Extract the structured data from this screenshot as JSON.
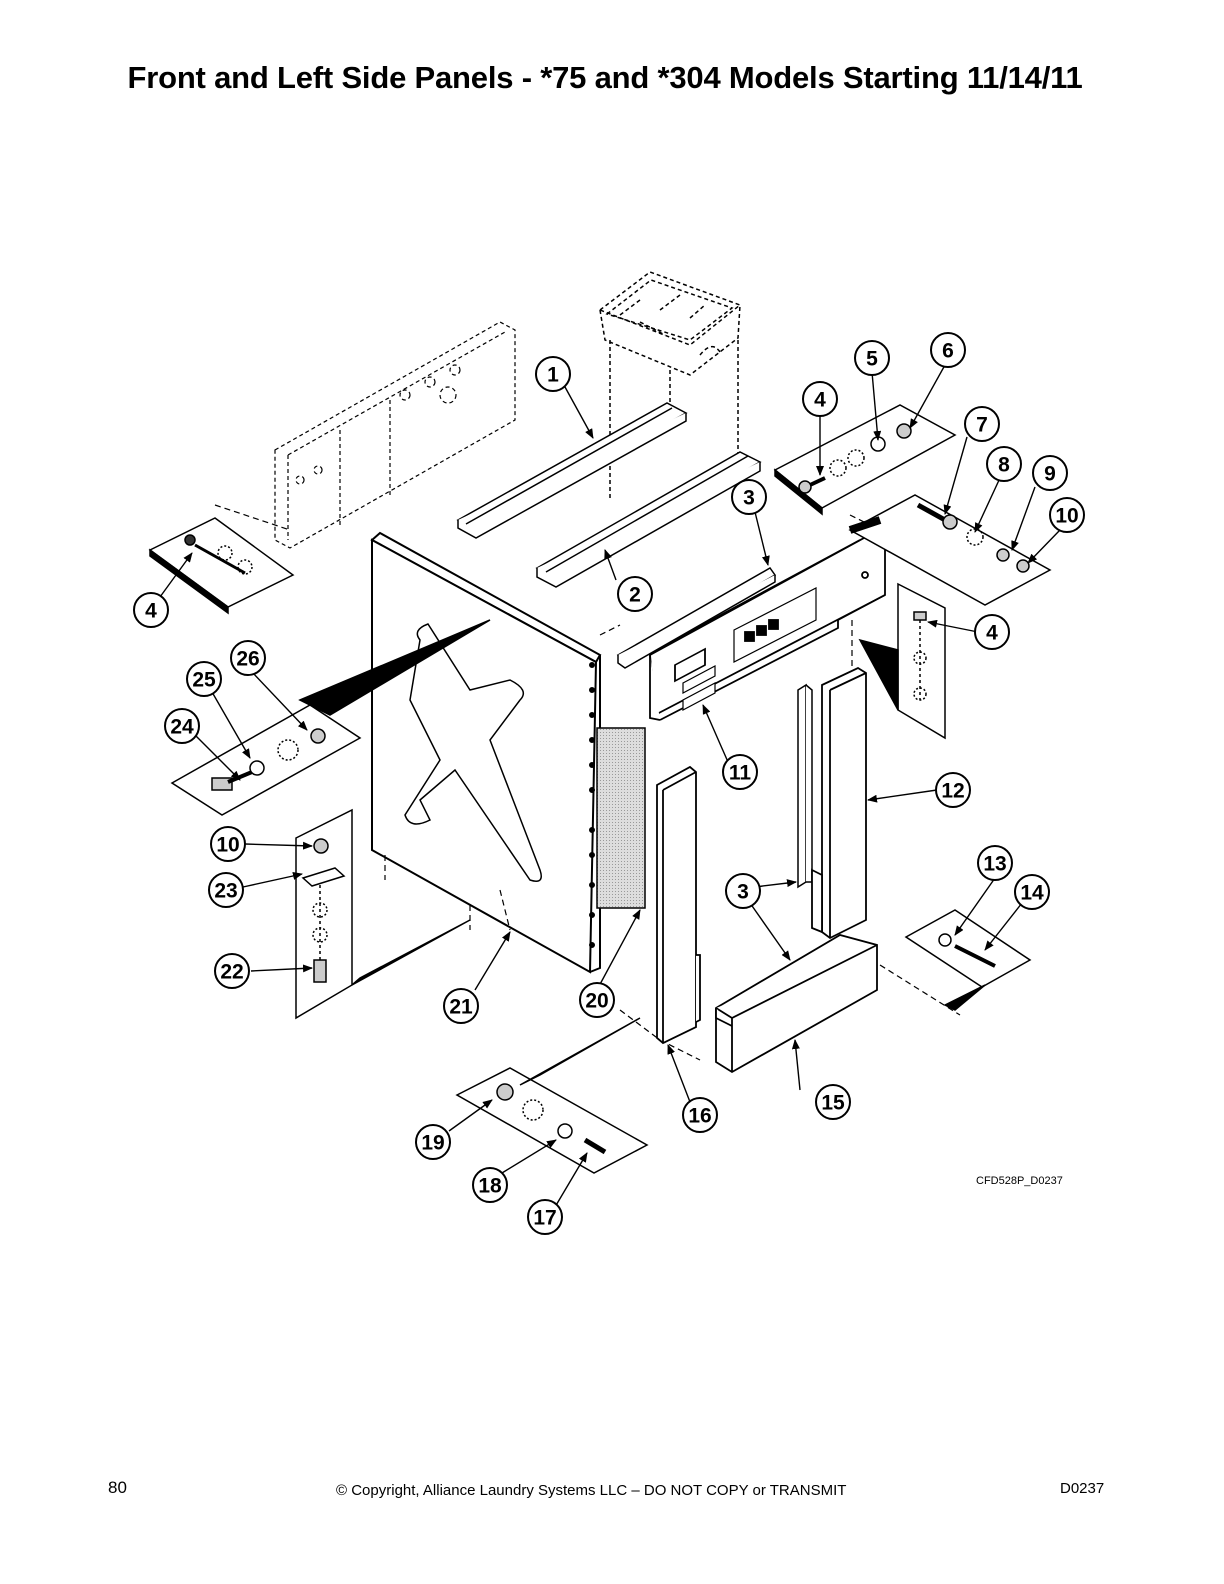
{
  "page": {
    "title": "Front and Left Side Panels - *75 and *304 Models Starting 11/14/11",
    "drawing_code": "CFD528P_D0237",
    "page_number": "80",
    "copyright": "© Copyright, Alliance Laundry Systems LLC – DO NOT COPY or TRANSMIT",
    "doc_code": "D0237"
  },
  "callouts": [
    "1",
    "2",
    "3",
    "4",
    "5",
    "6",
    "7",
    "8",
    "9",
    "10",
    "11",
    "12",
    "13",
    "14",
    "15",
    "16",
    "17",
    "18",
    "19",
    "20",
    "21",
    "22",
    "23",
    "24",
    "25",
    "26"
  ]
}
